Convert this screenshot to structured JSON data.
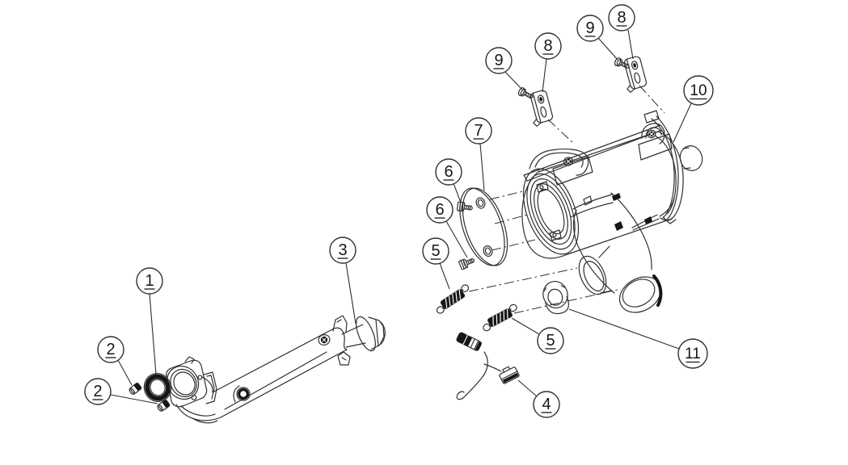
{
  "colors": {
    "canvas": "#ffffff",
    "ink": "#2f2f2f",
    "ink_dark": "#161616"
  },
  "callouts": [
    {
      "label": "1"
    },
    {
      "label": "2"
    },
    {
      "label": "2"
    },
    {
      "label": "3"
    },
    {
      "label": "4"
    },
    {
      "label": "5"
    },
    {
      "label": "5"
    },
    {
      "label": "6"
    },
    {
      "label": "6"
    },
    {
      "label": "7"
    },
    {
      "label": "8"
    },
    {
      "label": "8"
    },
    {
      "label": "9"
    },
    {
      "label": "9"
    },
    {
      "label": "10"
    },
    {
      "label": "11"
    }
  ]
}
